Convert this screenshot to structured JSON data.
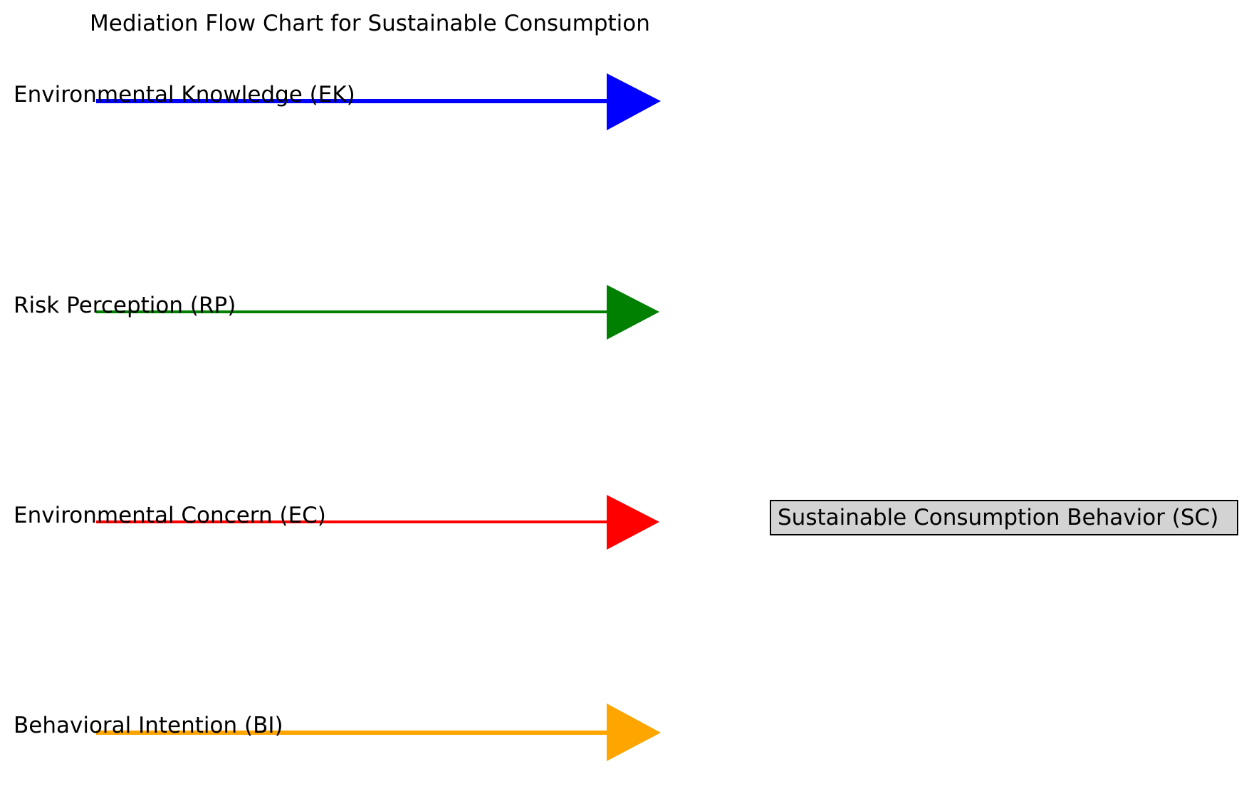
{
  "title": "Mediation Flow Chart for Sustainable Consumption",
  "predictors": [
    {
      "label": "Environmental Knowledge (EK)",
      "color": "#0000ff"
    },
    {
      "label": "Risk Perception (RP)",
      "color": "#008000"
    },
    {
      "label": "Environmental Concern (EC)",
      "color": "#ff0000"
    },
    {
      "label": "Behavioral Intention (BI)",
      "color": "#ffa500"
    }
  ],
  "outcome": {
    "label": "Sustainable Consumption Behavior (SC)",
    "fill": "#d3d3d3",
    "border": "#000000"
  }
}
